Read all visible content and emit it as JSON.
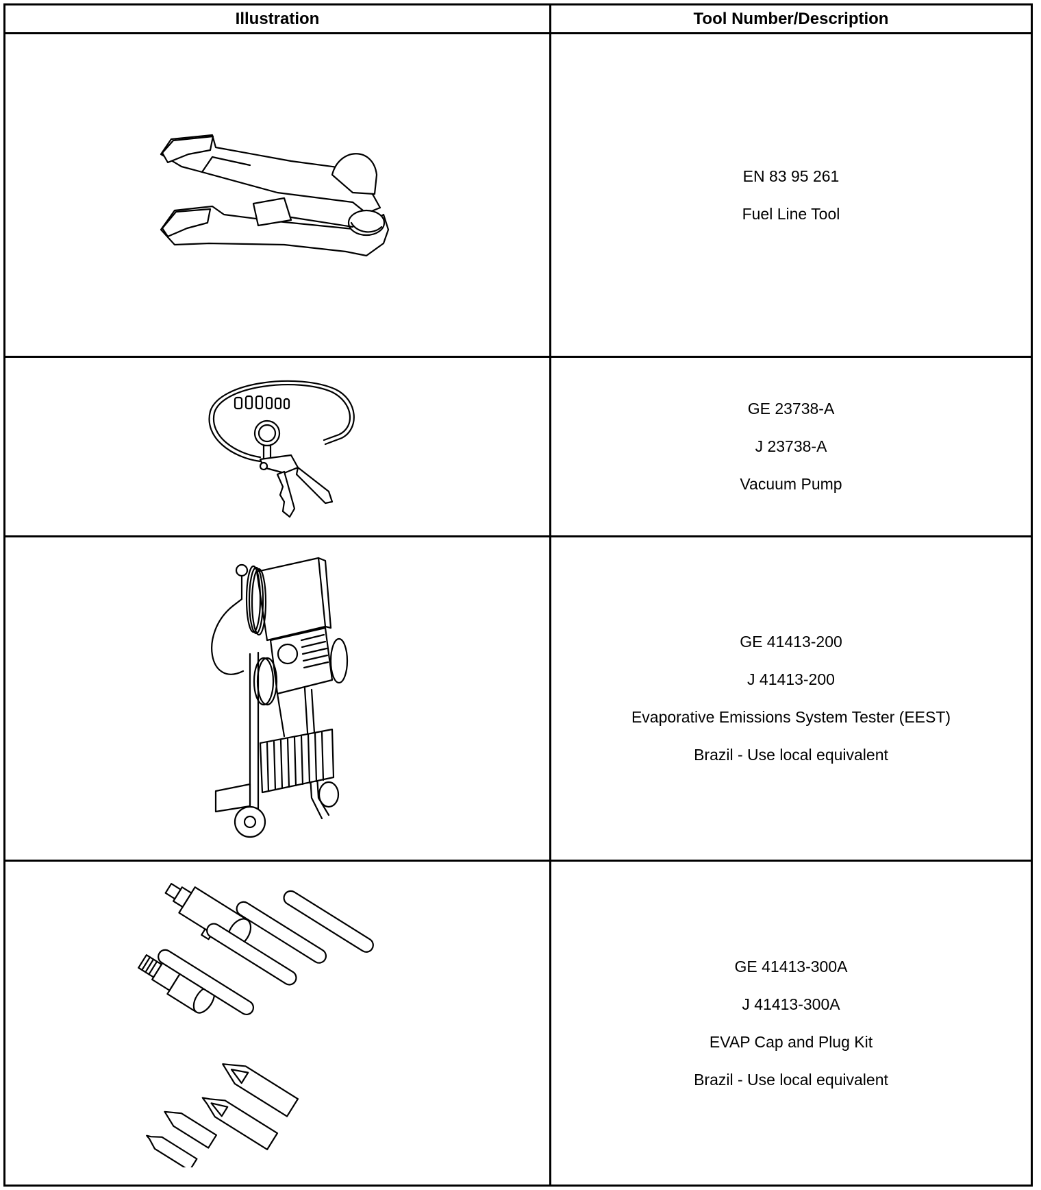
{
  "table": {
    "headers": {
      "illustration": "Illustration",
      "description": "Tool Number/Description"
    },
    "rows": [
      {
        "illustration_icon": "fuel-line-tool-illustration",
        "lines": [
          "EN 83 95 261",
          "Fuel Line Tool"
        ]
      },
      {
        "illustration_icon": "vacuum-pump-illustration",
        "lines": [
          "GE 23738-A",
          "J 23738-A",
          "Vacuum Pump"
        ]
      },
      {
        "illustration_icon": "evap-tester-cart-illustration",
        "lines": [
          "GE 41413-200",
          "J 41413-200",
          "Evaporative Emissions System Tester (EEST)",
          "Brazil - Use local equivalent"
        ]
      },
      {
        "illustration_icon": "evap-cap-plug-kit-illustration",
        "lines": [
          "GE 41413-300A",
          "J 41413-300A",
          "EVAP Cap and Plug Kit",
          "Brazil - Use local equivalent"
        ]
      }
    ]
  }
}
